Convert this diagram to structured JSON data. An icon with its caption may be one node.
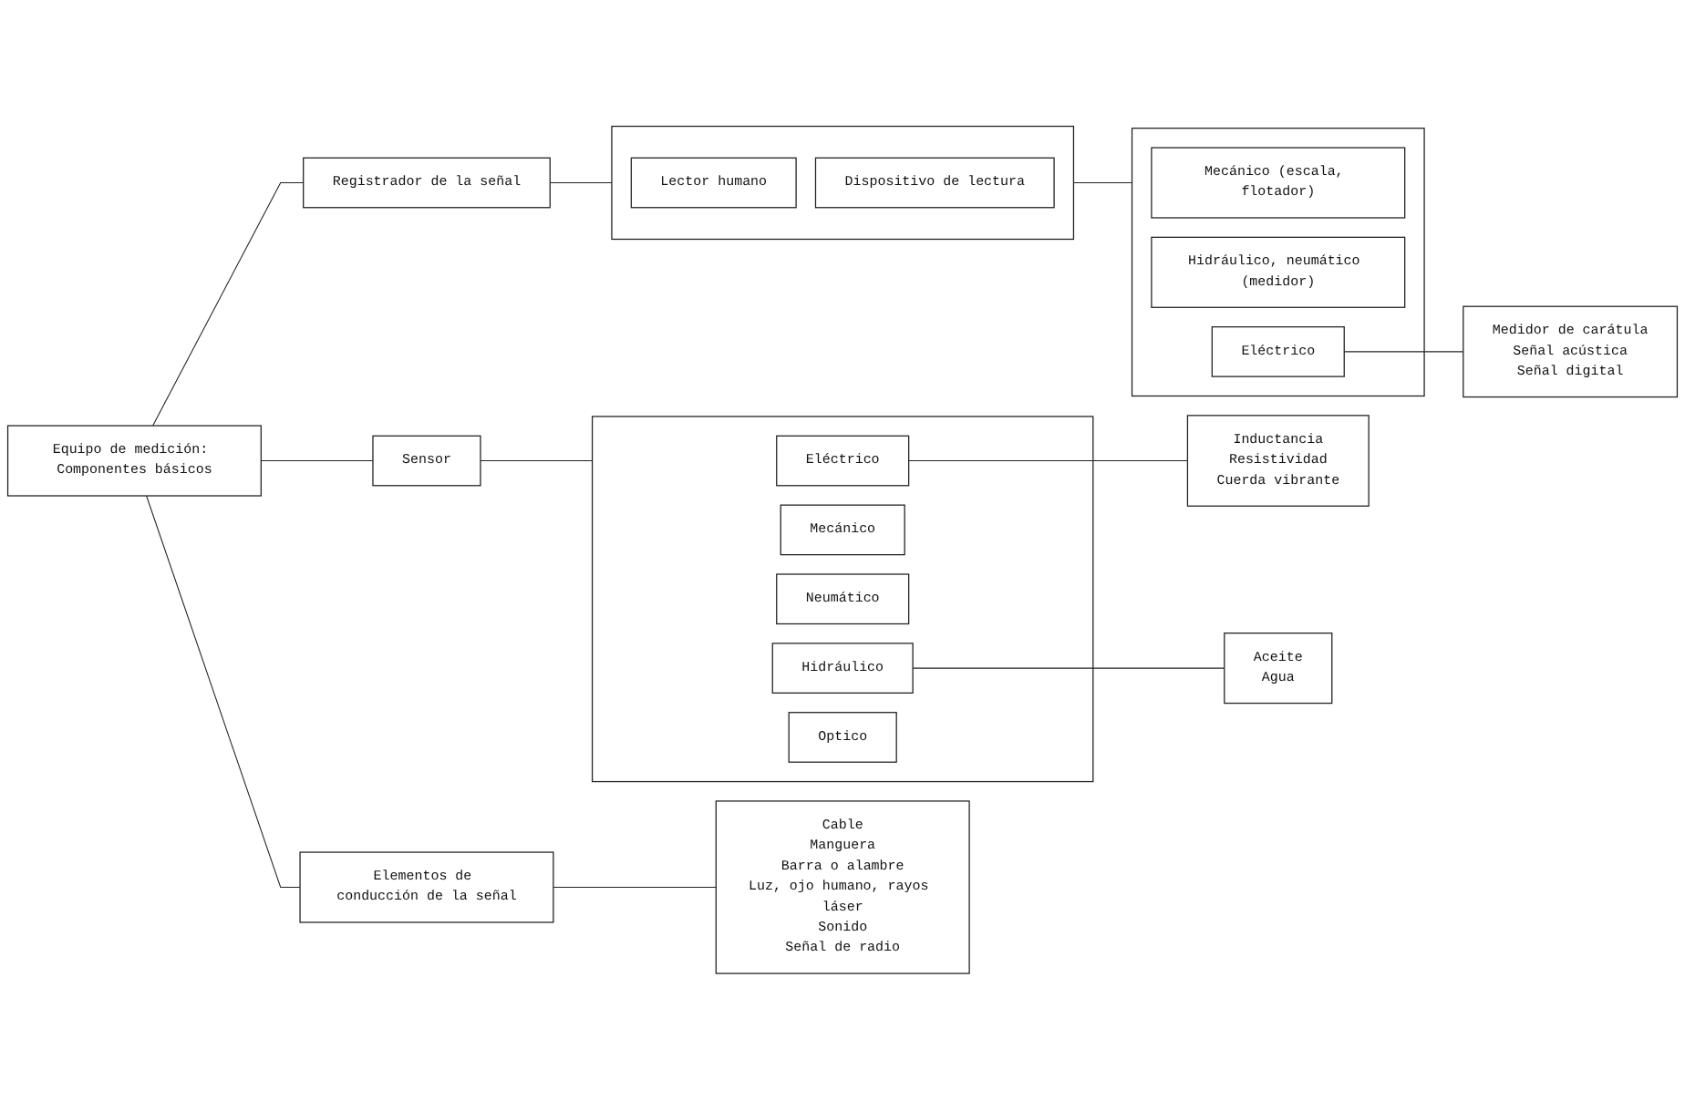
{
  "diagram": {
    "nodes": [
      {
        "text": [
          "Equipo de medición: Componentes básicos"
        ]
      },
      {
        "text": [
          "Sensor"
        ]
      },
      {
        "text": [],
        "shape": "box"
      },
      {
        "text": [
          "Eléctrico"
        ],
        "in": 2
      },
      {
        "text": [
          "Mecánico"
        ],
        "in": 2
      },
      {
        "text": [
          "Neumático"
        ],
        "in": 2
      },
      {
        "text": [
          "Hidráulico"
        ],
        "in": 2
      },
      {
        "text": [
          "Optico"
        ],
        "in": 2
      },
      {
        "text": [
          "Inductancia",
          "Resistividad",
          "Cuerda vibrante"
        ]
      },
      {
        "text": [
          "Aceite",
          "Agua"
        ]
      },
      {
        "text": [
          "Elementos de conducción de la señal"
        ]
      },
      {
        "text": [
          "Cable",
          "Manguera",
          "Barra o alambre",
          "Luz, ojo humano, rayos láser",
          "Sonido",
          "Señal de radio"
        ]
      },
      {
        "text": [
          "Registrador de la señal"
        ]
      },
      {
        "text": [],
        "shape": "box"
      },
      {
        "text": [
          "Lector humano"
        ],
        "in": 13
      },
      {
        "text": [
          "Dispositivo de lectura"
        ],
        "in": 13
      },
      {
        "text": [],
        "shape": "box"
      },
      {
        "text": [
          "Mecánico (escala, flotador)"
        ],
        "in": 16
      },
      {
        "text": [
          "Hidráulico, neumático (medidor)"
        ],
        "in": 16
      },
      {
        "text": [
          "Eléctrico"
        ],
        "in": 16
      },
      {
        "text": [
          "Medidor de carátula",
          "Señal acústica",
          "Señal digital"
        ]
      }
    ],
    "edges": [
      {
        "from": 0,
        "to": 1,
        "arrow": "none"
      },
      {
        "from": 0,
        "to": 10,
        "arrow": "none"
      },
      {
        "from": 0,
        "to": 12,
        "arrow": "none"
      },
      {
        "from": 1,
        "to": 2,
        "arrow": "none"
      },
      {
        "from": 3,
        "to": 8,
        "arrow": "none"
      },
      {
        "from": 6,
        "to": 9,
        "arrow": "none"
      },
      {
        "from": 10,
        "to": 11,
        "arrow": "none"
      },
      {
        "from": 12,
        "to": 13,
        "arrow": "none"
      },
      {
        "from": 13,
        "to": 16,
        "arrow": "none"
      },
      {
        "from": 19,
        "to": 20,
        "arrow": "none"
      }
    ]
  }
}
